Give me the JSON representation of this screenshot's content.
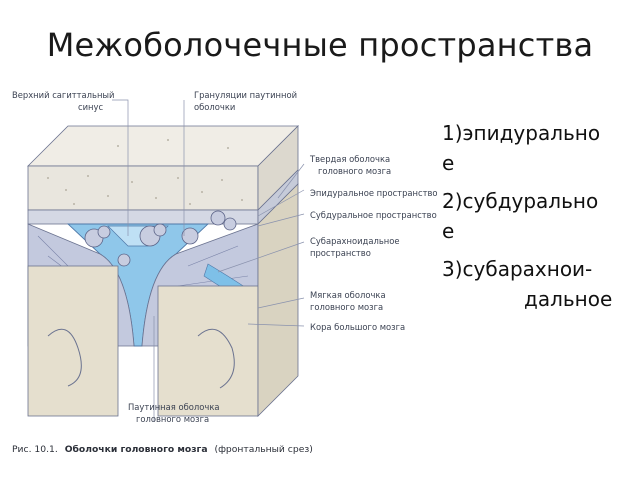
{
  "slide": {
    "title": "Межоболочечные пространства",
    "items": [
      {
        "text": "1)эпидурально",
        "wrap": "е"
      },
      {
        "text": "2)субдурально",
        "wrap": "е"
      },
      {
        "text": "3)субарахнои-",
        "wrap": "дальное"
      }
    ]
  },
  "figure": {
    "labels": {
      "sinus_1": "Верхний сагиттальный",
      "sinus_2": "синус",
      "granulations_1": "Грануляции паутинной",
      "granulations_2": "оболочки",
      "dura_1": "Твердая оболочка",
      "dura_2": "головного мозга",
      "epidural": "Эпидуральное пространство",
      "subdural": "Субдуральное пространство",
      "subarachnoid_1": "Субарахноидальное",
      "subarachnoid_2": "пространство",
      "pia_1": "Мягкая оболочка",
      "pia_2": "головного мозга",
      "cortex": "Кора большого мозга",
      "arachnoid_1": "Паутинная оболочка",
      "arachnoid_2": "головного мозга"
    },
    "caption": {
      "prefix": "Рис. 10.1.",
      "bold": "Оболочки головного мозга",
      "suffix": "(фронтальный срез)"
    },
    "colors": {
      "bone": "#ece9e2",
      "dura": "#d9dce6",
      "arachnoid": "#bfc6dc",
      "csf": "#7ec0e8",
      "brain": "#e6e1d2",
      "outline": "#6b7390"
    }
  }
}
